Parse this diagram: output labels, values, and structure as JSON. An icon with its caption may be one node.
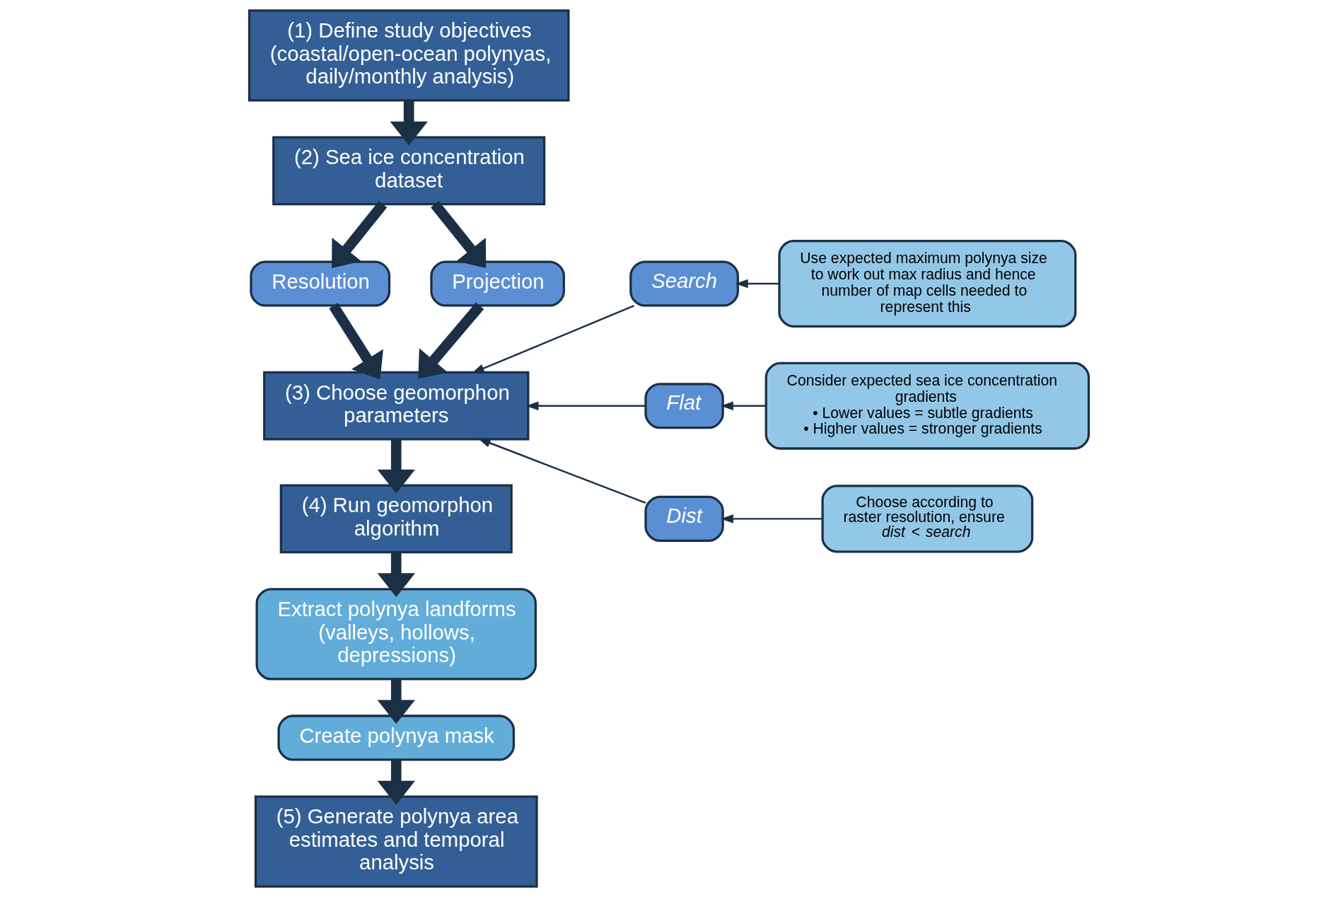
{
  "diagram": {
    "nodes": [
      {
        "text": [
          "(1) Define study objectives (coastal/open-ocean polynyas, daily/monthly analysis)"
        ]
      },
      {
        "text": [
          "(2) Sea ice concentration dataset"
        ]
      },
      {
        "text": [
          "Resolution"
        ]
      },
      {
        "text": [
          "Projection"
        ]
      },
      {
        "text": [
          "(3) Choose geomorphon parameters"
        ]
      },
      {
        "text": [
          "(4) Run geomorphon algorithm"
        ]
      },
      {
        "text": [
          "Extract polynya landforms (valleys, hollows, depressions)"
        ]
      },
      {
        "text": [
          "Create polynya mask"
        ]
      },
      {
        "text": [
          "(5) Generate polynya area estimates and temporal analysis"
        ]
      },
      {
        "text": [
          "Search"
        ]
      },
      {
        "text": [
          "Flat"
        ]
      },
      {
        "text": [
          "Dist"
        ]
      },
      {
        "text": [
          "Use expected maximum polynya size to work out max radius and hence number of map cells needed to represent this"
        ]
      },
      {
        "text": [
          "Consider expected sea ice concentration gradients",
          "• Lower values = subtle gradients",
          "• Higher values = stronger gradients"
        ]
      },
      {
        "text": [
          "Choose according to raster resolution, ensure *dist* < *search*"
        ]
      }
    ],
    "edges": [
      {
        "from": 0,
        "to": 1,
        "arrow": "to"
      },
      {
        "from": 1,
        "to": 2,
        "arrow": "to"
      },
      {
        "from": 1,
        "to": 3,
        "arrow": "to"
      },
      {
        "from": 2,
        "to": 4,
        "arrow": "to"
      },
      {
        "from": 3,
        "to": 4,
        "arrow": "to"
      },
      {
        "from": 4,
        "to": 5,
        "arrow": "to"
      },
      {
        "from": 5,
        "to": 6,
        "arrow": "to"
      },
      {
        "from": 6,
        "to": 7,
        "arrow": "to"
      },
      {
        "from": 7,
        "to": 8,
        "arrow": "to"
      },
      {
        "from": 9,
        "to": 4,
        "arrow": "to"
      },
      {
        "from": 10,
        "to": 4,
        "arrow": "to"
      },
      {
        "from": 11,
        "to": 4,
        "arrow": "to"
      },
      {
        "from": 12,
        "to": 9,
        "arrow": "to"
      },
      {
        "from": 13,
        "to": 10,
        "arrow": "to"
      },
      {
        "from": 14,
        "to": 11,
        "arrow": "to"
      }
    ]
  }
}
